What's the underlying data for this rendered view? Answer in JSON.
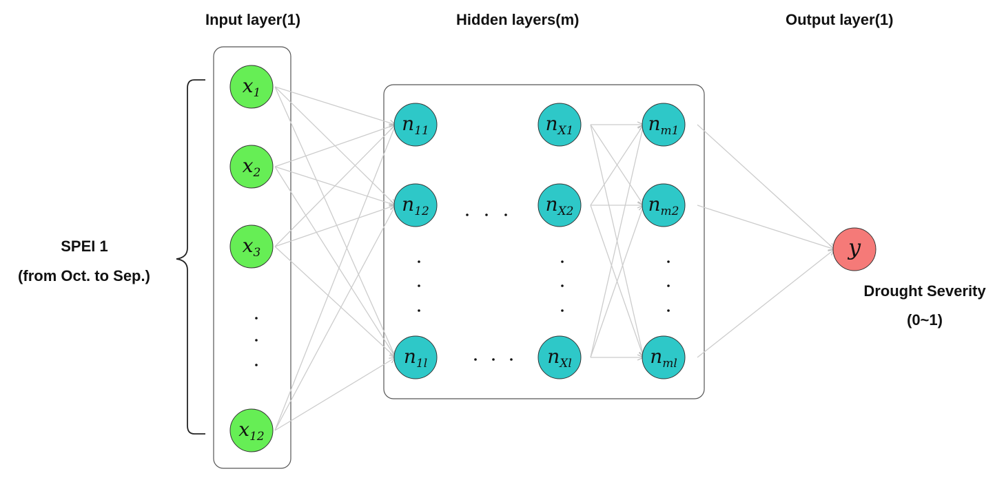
{
  "titles": {
    "input": "Input layer(1)",
    "hidden": "Hidden layers(m)",
    "output": "Output layer(1)"
  },
  "left_label": {
    "line1": "SPEI 1",
    "line2": "(from Oct. to Sep.)"
  },
  "output_label": {
    "line1": "Drought Severity",
    "line2": "(0~1)"
  },
  "input_nodes": [
    {
      "base": "x",
      "sub": "1"
    },
    {
      "base": "x",
      "sub": "2"
    },
    {
      "base": "x",
      "sub": "3"
    },
    {
      "base": "x",
      "sub": "12"
    }
  ],
  "hidden_col1": [
    {
      "base": "n",
      "sub": "11"
    },
    {
      "base": "n",
      "sub": "12"
    },
    {
      "base": "n",
      "sub": "1l"
    }
  ],
  "hidden_colx": [
    {
      "base": "n",
      "sub": "X1"
    },
    {
      "base": "n",
      "sub": "X2"
    },
    {
      "base": "n",
      "sub": "Xl"
    }
  ],
  "hidden_colm": [
    {
      "base": "n",
      "sub": "m1"
    },
    {
      "base": "n",
      "sub": "m2"
    },
    {
      "base": "n",
      "sub": "ml"
    }
  ],
  "output_node": {
    "base": "y",
    "sub": ""
  },
  "colors": {
    "input_fill": "#66ee55",
    "hidden_fill": "#2ec8c8",
    "output_fill": "#f57a78",
    "edge": "#cccccc",
    "box": "#555555"
  }
}
